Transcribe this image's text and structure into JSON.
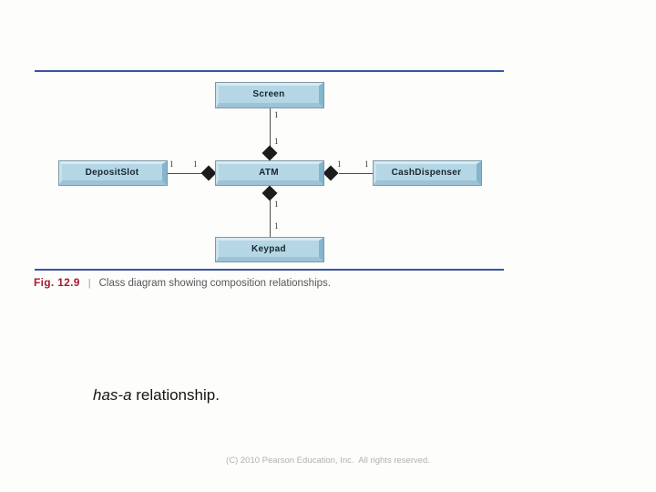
{
  "colors": {
    "rule_blue": "#3a53a4",
    "fig_label_red": "#a51c30",
    "class_box_fill": "#b5d7e5",
    "class_box_bevel_dark": "#83b5cd",
    "class_box_bevel_light": "#d8eaf3",
    "diamond_black": "#1c1c1c",
    "caption_gray": "#57585a",
    "footer_gray": "#b2b1b0"
  },
  "diagram": {
    "type": "uml_class_diagram",
    "classes": [
      {
        "name": "Screen"
      },
      {
        "name": "DepositSlot"
      },
      {
        "name": "ATM"
      },
      {
        "name": "CashDispenser"
      },
      {
        "name": "Keypad"
      }
    ],
    "relationships": [
      {
        "whole": "ATM",
        "part": "Screen",
        "type": "composition",
        "whole_multiplicity": "1",
        "part_multiplicity": "1"
      },
      {
        "whole": "ATM",
        "part": "DepositSlot",
        "type": "composition",
        "whole_multiplicity": "1",
        "part_multiplicity": "1"
      },
      {
        "whole": "ATM",
        "part": "CashDispenser",
        "type": "composition",
        "whole_multiplicity": "1",
        "part_multiplicity": "1"
      },
      {
        "whole": "ATM",
        "part": "Keypad",
        "type": "composition",
        "whole_multiplicity": "1",
        "part_multiplicity": "1"
      }
    ]
  },
  "caption": {
    "fig_label": "Fig. 12.9",
    "separator": "|",
    "text": "Class diagram showing composition relationships."
  },
  "note": {
    "italic_text": "has-a",
    "rest_text": " relationship."
  },
  "footer": {
    "copyright": "(C) 2010 Pearson Education, Inc.  All rights reserved."
  }
}
